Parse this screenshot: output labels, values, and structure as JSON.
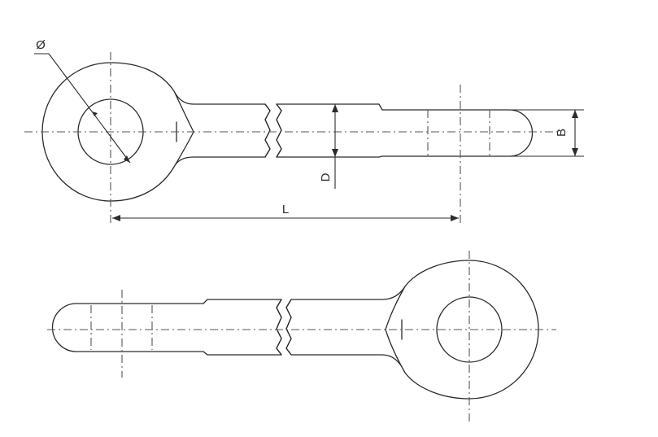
{
  "labels": {
    "diameter": "Ø",
    "length": "L",
    "shank_diameter": "D",
    "shank_end_width": "B"
  }
}
